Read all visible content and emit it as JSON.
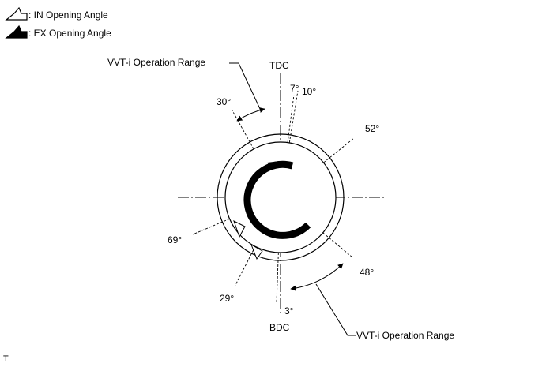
{
  "legend": {
    "in_label": ": IN Opening Angle",
    "ex_label": ": EX Opening Angle"
  },
  "labels": {
    "vvt_range_top": "VVT-i Operation Range",
    "vvt_range_bottom": "VVT-i Operation Range",
    "tdc": "TDC",
    "bdc": "BDC",
    "deg_30": "30°",
    "deg_7": "7°",
    "deg_10": "10°",
    "deg_52": "52°",
    "deg_69": "69°",
    "deg_48": "48°",
    "deg_29": "29°",
    "deg_3": "3°"
  },
  "corner_mark": "T",
  "colors": {
    "line": "#000000",
    "fill_in": "#ffffff",
    "fill_ex": "#000000"
  }
}
